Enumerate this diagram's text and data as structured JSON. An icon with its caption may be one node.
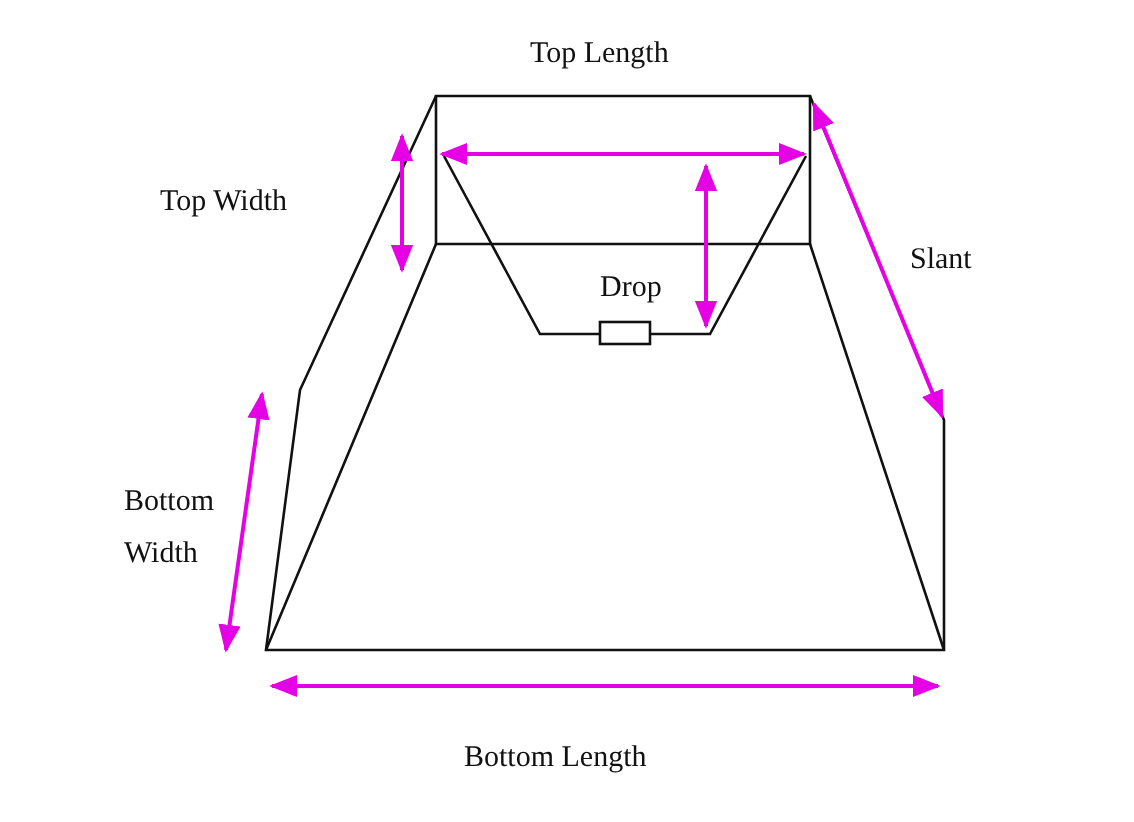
{
  "diagram": {
    "labels": [
      "Top Length",
      "Top Width",
      "Slant",
      "Drop",
      "Bottom Width",
      "Bottom Length"
    ]
  }
}
